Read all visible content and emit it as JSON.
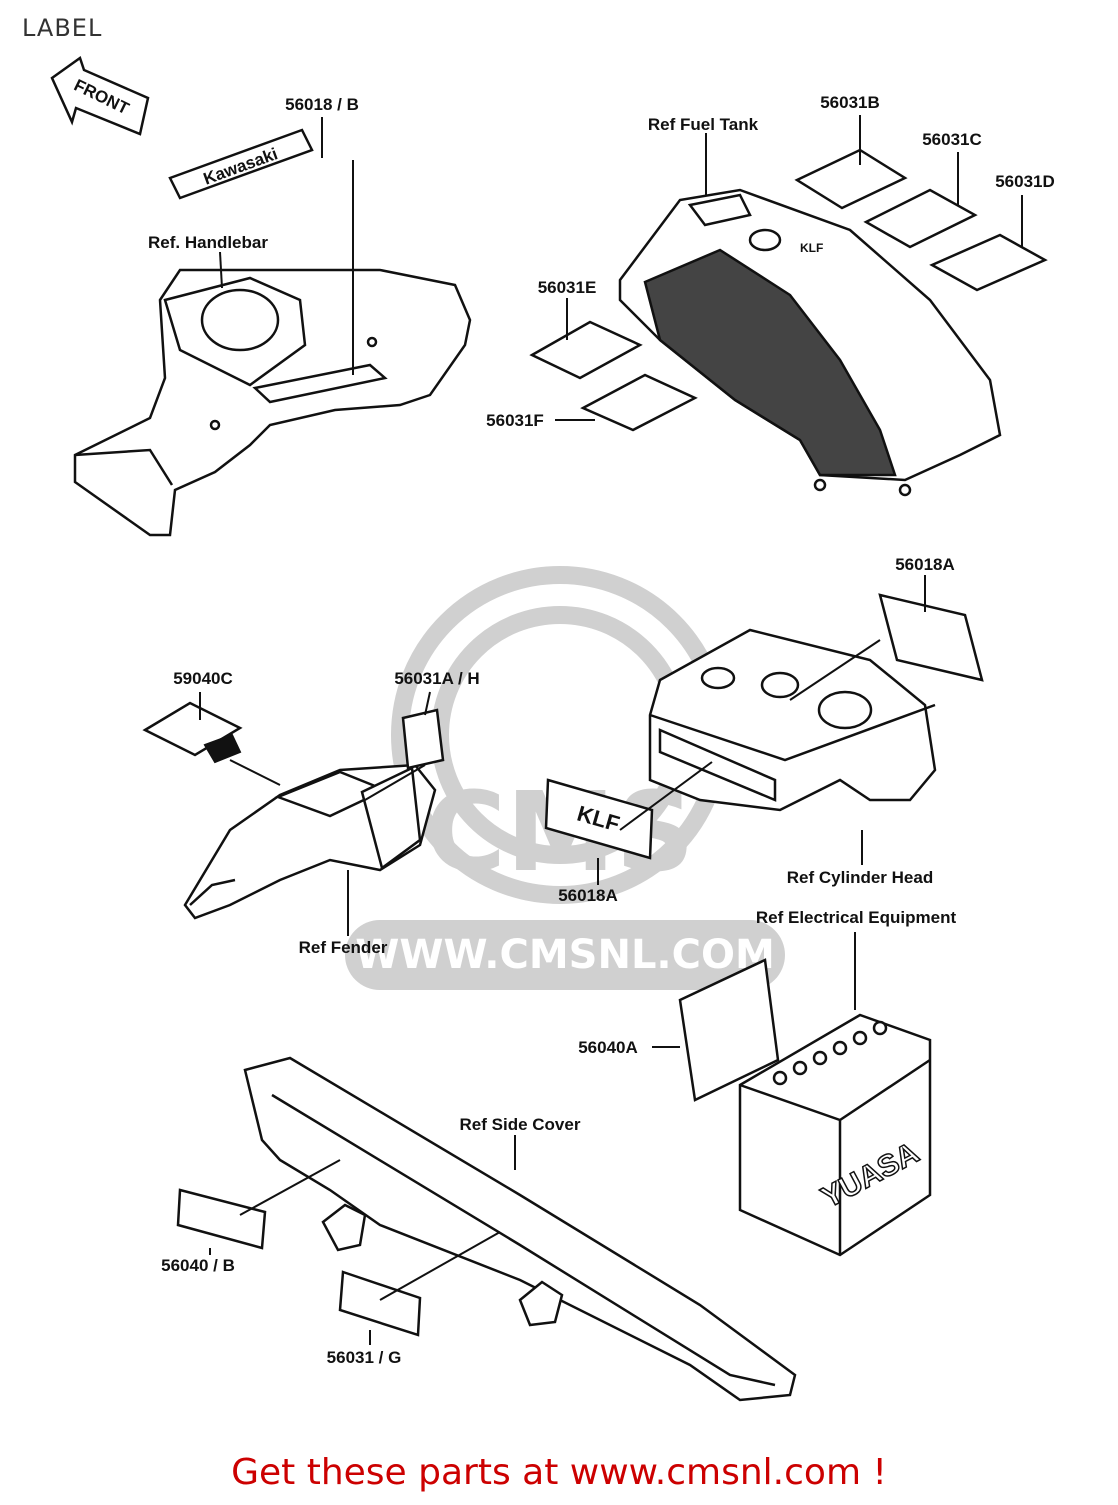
{
  "page": {
    "heading": "LABEL"
  },
  "colors": {
    "ink": "#111111",
    "watermark": "#d0d0d0",
    "cta": "#cc0000"
  },
  "watermark": {
    "logo": "CMS",
    "url": "WWW.CMSNL.COM"
  },
  "diagram": {
    "direction_marker": "FRONT",
    "decal_brand": "Kawasaki",
    "decal_model": "KLF",
    "decal_tank_logo": "KLF",
    "battery_brand": "YUASA",
    "labels": {
      "p56018B": "56018 / B",
      "ref_handlebar": "Ref.  Handlebar",
      "ref_fuel_tank": "Ref  Fuel Tank",
      "p56031B": "56031B",
      "p56031C": "56031C",
      "p56031D": "56031D",
      "p56031E": "56031E",
      "p56031F": "56031F",
      "p56018A_top": "56018A",
      "p59040C": "59040C",
      "p56031AH": "56031A / H",
      "p56018A_bottom": "56018A",
      "ref_cylinder_head": "Ref  Cylinder Head",
      "ref_fender": "Ref  Fender",
      "ref_electrical": "Ref  Electrical Equipment",
      "p56040A": "56040A",
      "ref_side_cover": "Ref  Side Cover",
      "p56040B": "56040 / B",
      "p56031G": "56031 / G"
    }
  },
  "footer": {
    "cta": "Get these parts at www.cmsnl.com !"
  }
}
